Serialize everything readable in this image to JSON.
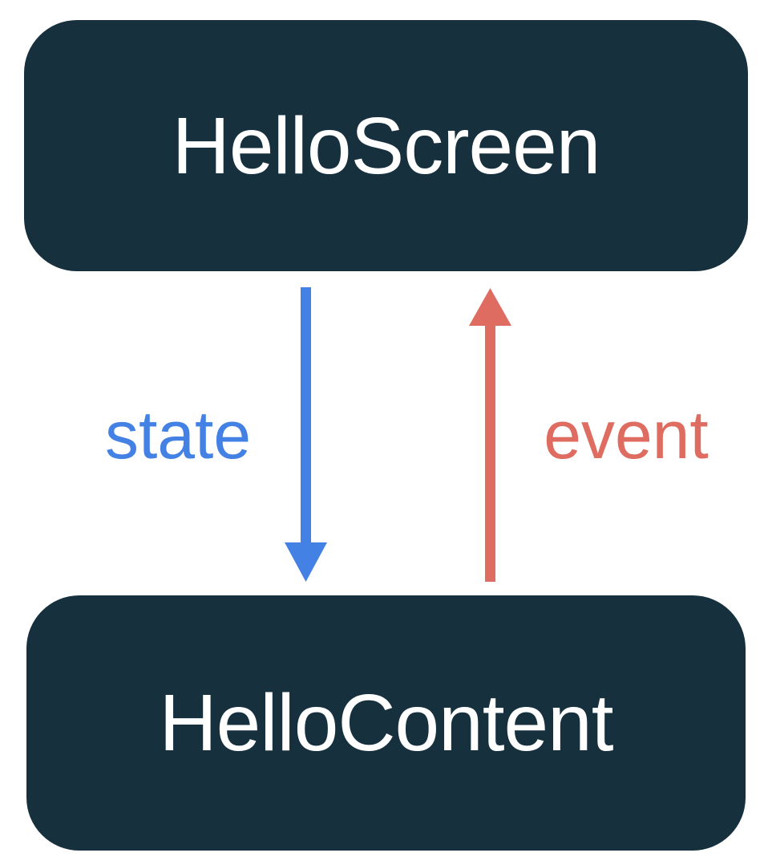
{
  "diagram": {
    "background": "#FFFFFF",
    "nodes": [
      {
        "id": "helloscreen",
        "label": "HelloScreen"
      },
      {
        "id": "hellocontent",
        "label": "HelloContent"
      }
    ],
    "edges": [
      {
        "id": "state",
        "label": "state",
        "direction": "down",
        "from": "HelloScreen",
        "to": "HelloContent",
        "color": "#4481E4"
      },
      {
        "id": "event",
        "label": "event",
        "direction": "up",
        "from": "HelloContent",
        "to": "HelloScreen",
        "color": "#DF6C60"
      }
    ],
    "colors": {
      "node_background": "#16303E",
      "node_text": "#FFFFFF",
      "state_arrow": "#4481E4",
      "event_arrow": "#DF6C60"
    }
  }
}
